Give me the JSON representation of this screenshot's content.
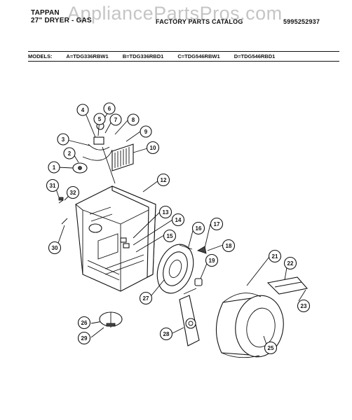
{
  "header": {
    "brand": "TAPPAN",
    "product": "27\" DRYER - GAS",
    "catalog_title": "FACTORY PARTS CATALOG",
    "part_number": "5995252937"
  },
  "watermark": "AppliancePartsPros.com",
  "models": {
    "label": "MODELS:",
    "a": "A=TDG336RBW1",
    "b": "B=TDG336RBD1",
    "c": "C=TDG546RBW1",
    "d": "D=TDG546RBD1"
  },
  "callouts": [
    "1",
    "2",
    "3",
    "4",
    "5",
    "6",
    "7",
    "8",
    "9",
    "10",
    "12",
    "13",
    "14",
    "15",
    "16",
    "17",
    "18",
    "19",
    "21",
    "22",
    "23",
    "25",
    "26",
    "27",
    "28",
    "29",
    "30",
    "31",
    "32"
  ]
}
